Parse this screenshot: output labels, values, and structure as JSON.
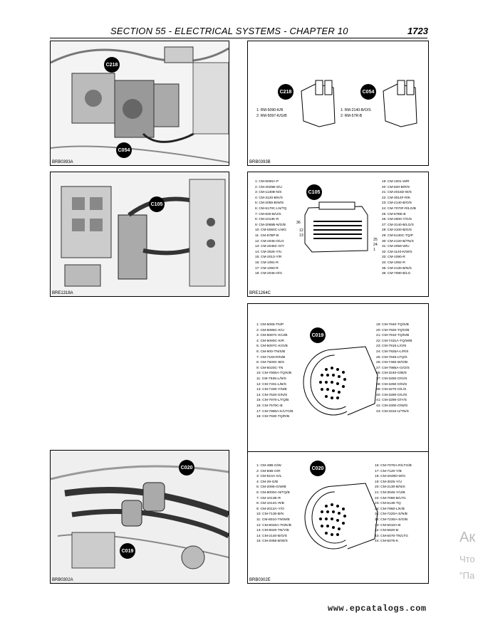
{
  "header": {
    "title": "SECTION 55 - ELECTRICAL SYSTEMS - CHAPTER 10",
    "page": "1723"
  },
  "panels": {
    "p1": {
      "code": "BRB0393A",
      "callouts": [
        "C218",
        "C054"
      ]
    },
    "p2": {
      "code": "BRB0393B",
      "callouts": [
        "C218",
        "C054"
      ],
      "left_pins": [
        "1: RM-5090-K/R",
        "2: RM-5097-K/G/B"
      ],
      "right_pins": [
        "1: RM-2140-B/O/S",
        "2: RM-57R-B"
      ]
    },
    "p3": {
      "code": "BRE1318A",
      "callouts": [
        "C105"
      ]
    },
    "p4": {
      "code": "BRE1264C",
      "callouts": [
        "C105"
      ],
      "pin_numbers": [
        "36",
        "12",
        "13",
        "25",
        "24",
        "1"
      ],
      "left_pins": [
        "1: CM-5000A-P",
        "2: CM-2025B-S/U",
        "3: CM-1130B-N/S",
        "4: CM-3120-B/K/S",
        "5: CM-2055-B/W/S",
        "6: CM-5170C-LN/TQ",
        "7: CM-830-B/U/S",
        "8: CM-1013K-R",
        "9: CM-2065B-N/G/B",
        "10: CM-5060C-LN/G",
        "11: CM-57BP-B",
        "12: CM-2046-O/LG",
        "13: CM-2048C-O/Y",
        "14: CM-3025-Y/U",
        "15: CM-2013-Y/R",
        "16: CM-1091-R",
        "17: CM-1093-R",
        "18: CM-2045-O/G"
      ],
      "right_pins": [
        "19: CM-1001-W/R",
        "20: CM-820-B/R/S",
        "21: CM-2015D-W/S",
        "22: CM-3014F-R/K",
        "23: CM-2140-B/O/S",
        "24: CM-7070F-R/LG/B",
        "25: CM-57BE-B",
        "26: CM-2600-Y/G/S",
        "27: CM-3140-B/LG/S",
        "28: CM-3100-B/G/S",
        "29: CM-5130C-TQ/P",
        "30: CM-2120-B/TN/S",
        "31: CM-2059-W/U",
        "32: CM-1140-K/W/S",
        "33: CM-1090-R",
        "34: CM-1092-R",
        "35: CM-2130-B/N/S",
        "36: CM-7080-B/LG"
      ]
    },
    "p5": {
      "callouts": [
        "C019"
      ],
      "left_pins": [
        "1: CM-5065-TN/P",
        "2: CM-5085C-K/U",
        "3: CM-5087C-K/U/B",
        "4: CM-5090C-K/R",
        "5: CM-5097C-K/G/B",
        "6: CM-900-TN/S/B",
        "7: CM-7160-R/N/B",
        "8: CM-7500C-B/G",
        "9: CM-5020C-TN",
        "10: CM-7900A-TQ/K/B",
        "11: CM-7935-L/N/S",
        "12: CM-7401-L/B/S",
        "13: CM-7400-Y/N/B",
        "14: CM-7520-G/N/S",
        "15: CM-7970-L/TQ/B",
        "16: CM-7570C-B",
        "17: CM-7980A-K/LTG/B",
        "18: CM-7930-TQ/R/B"
      ],
      "right_pins": [
        "19: CM-7940-TQ/S/B",
        "20: CM-7920-TQ/O/B",
        "21: CM-7910-TQ/N/B",
        "22: CM-7431A-TQ/W/B",
        "23: CM-7915-L/O/S",
        "24: CM-7925A-L/R/S",
        "25: CM-7945-LTQ/S",
        "26: CM-7460-W/O/B",
        "27: CM-7985A-G/O/S",
        "35: CM-3240-O/B/S",
        "37: CM-3250-O/G/S",
        "38: CM-3260-O/N/S",
        "39: CM-3270-O/L/S",
        "40: CM-3280-O/U/S",
        "41: CM-3290-O/Y/S",
        "42: CM-3300-O/W/S",
        "43: CM-3310-U/TN/S"
      ]
    },
    "p6": {
      "code": "BRB0302A",
      "callouts": [
        "C020",
        "C019"
      ]
    },
    "p7": {
      "code": "BRB0302E",
      "callouts": [
        "C020"
      ],
      "left_pins": [
        "1: CM-49B-G/W",
        "2: CM-50B-G/R",
        "3: CM-810A-G/L",
        "4: CM-29-G/B",
        "5: CM-2095-G/W/B",
        "6: CM-8000A-N/TQ/B",
        "7: CM-1013E-R",
        "8: CM-1014C-R/B",
        "9: CM-2012A-Y/O",
        "10: CM-7130-B/N",
        "11: CM-8010-TN/W/B",
        "12: CM-8020A-TN/K/B",
        "13: CM-9020-TN/Y/B",
        "14: CM-2140-B/O/S",
        "15: CM-2055-B/W/S"
      ],
      "right_pins": [
        "16: CM-7070A-R/LTG/B",
        "17: CM-7120-Y/B",
        "18: CM-2049D-W/G",
        "19: CM-3025-Y/U",
        "20: CM-2130-B/N/S",
        "21: CM-3045-Y/U/B",
        "22: CM-7080-B/LTG",
        "23: CM-5135-TQ",
        "24: CM-7960-L/K/B",
        "31: CM-7220A-S/N/B",
        "32: CM-7230A-S/O/B",
        "33: CM-5010A-B",
        "42: CM-5820-B",
        "43: CM-5070-TN/LTG",
        "44: CM-5075-K"
      ]
    }
  },
  "watermark": {
    "line1": "Ак",
    "line2": "Что",
    "line3": "\"Па"
  },
  "site": "www.epcatalogs.com"
}
